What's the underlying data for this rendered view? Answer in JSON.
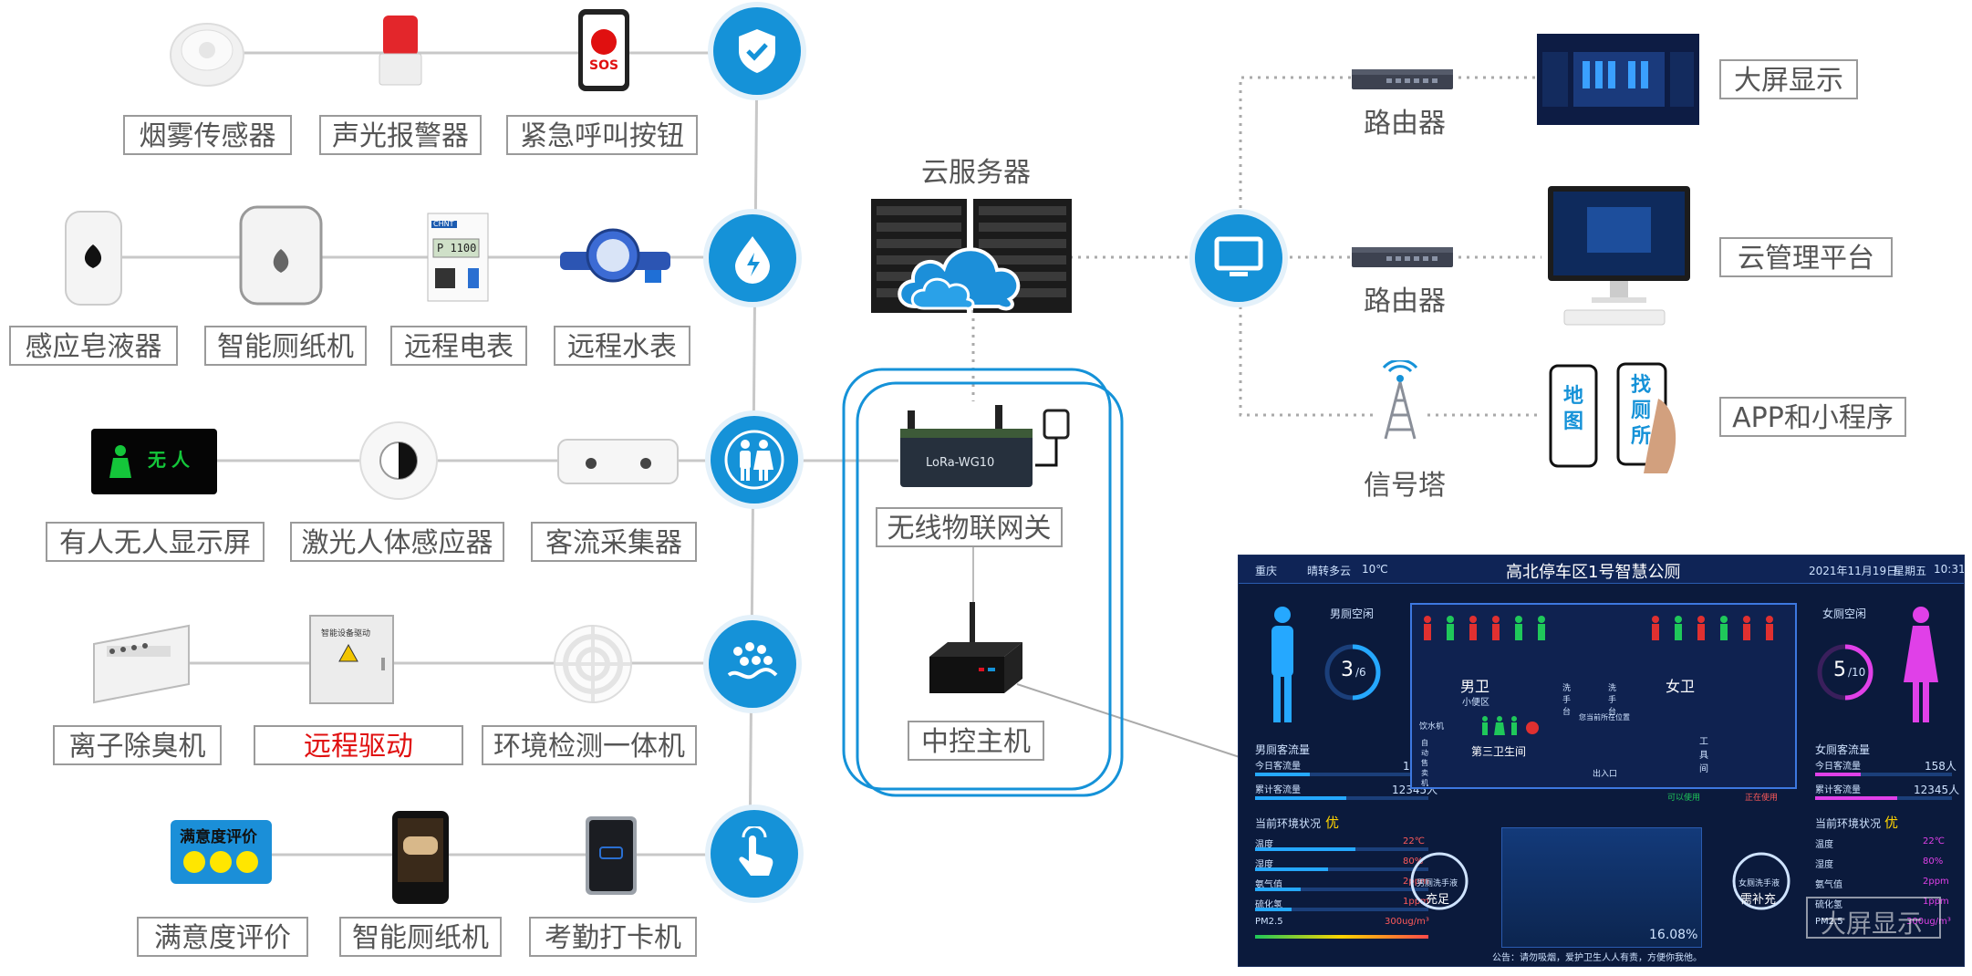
{
  "colors": {
    "accent": "#1592d8",
    "line": "#c8c8c8",
    "dash_bg": "#0b1a3c",
    "red": "#e01010"
  },
  "sensors_row1": [
    "烟雾传感器",
    "声光报警器",
    "紧急呼叫按钮"
  ],
  "sensors_row2": [
    "感应皂液器",
    "智能厕纸机",
    "远程电表",
    "远程水表"
  ],
  "sensors_row3": [
    "有人无人显示屏",
    "激光人体感应器",
    "客流采集器"
  ],
  "sensors_row4": [
    "离子除臭机",
    "远程驱动",
    "环境检测一体机"
  ],
  "sensors_row5": [
    "满意度评价",
    "智能厕纸机",
    "考勤打卡机"
  ],
  "device_texts": {
    "sos": "SOS",
    "wuren": "无人",
    "satisfaction": "满意度评价",
    "gateway_model": "LoRa-WG10",
    "meter_display": "P 1100",
    "meter_brand": "CHNT",
    "drive_box": "智能设备驱动"
  },
  "hub": {
    "cloud": "云服务器",
    "gateway": "无线物联网关",
    "host": "中控主机"
  },
  "network": {
    "router1": "路由器",
    "router2": "路由器",
    "tower": "信号塔"
  },
  "outputs": {
    "screen": "大屏显示",
    "platform": "云管理平台",
    "app": "APP和小程序",
    "app_phone1": "地图",
    "app_phone2": "找厕所"
  },
  "dashboard": {
    "city": "重庆",
    "weather": "晴转多云",
    "temp": "10℃",
    "title": "高北停车区1号智慧公厕",
    "date": "2021年11月19日",
    "weekday": "星期五",
    "time": "10:31",
    "male_space_label": "男厕空闲",
    "male_free": "3",
    "male_total": "/6",
    "female_space_label": "女厕空闲",
    "female_free": "5",
    "female_total": "/10",
    "male_flow_label": "男厕客流量",
    "female_flow_label": "女厕客流量",
    "today_label": "今日客流量",
    "cumulative_label": "累计客流量",
    "male_today": "158人",
    "male_total_flow": "12345人",
    "female_today": "158人",
    "female_total_flow": "12345人",
    "env_label": "当前环境状况",
    "env_grade": "优",
    "env_rows": [
      {
        "k": "温度",
        "v": "22℃"
      },
      {
        "k": "湿度",
        "v": "80%"
      },
      {
        "k": "氨气值",
        "v": "2ppm"
      },
      {
        "k": "硫化氢",
        "v": "1ppm"
      },
      {
        "k": "PM2.5",
        "v": "300ug/m³"
      }
    ],
    "map_male": "男卫",
    "map_male_sub": "小便区",
    "map_female": "女卫",
    "map_third": "第三卫生间",
    "map_tool": "工具间",
    "map_entry": "出入口",
    "map_wash1": "洗手台",
    "map_wash2": "洗手台",
    "map_water": "饮水机",
    "map_vending": "自动售卖机",
    "map_location": "您当前所在位置",
    "legend_free": "可以使用",
    "legend_busy": "正在使用",
    "male_soap_label": "男厕洗手液",
    "male_soap_state": "充足",
    "female_soap_label": "女厕洗手液",
    "female_soap_state": "需补充",
    "video_percent": "16.08%",
    "notice": "公告：请勿吸烟，爱护卫生人人有责，方便你我他。",
    "watermark": "大屏显示"
  }
}
